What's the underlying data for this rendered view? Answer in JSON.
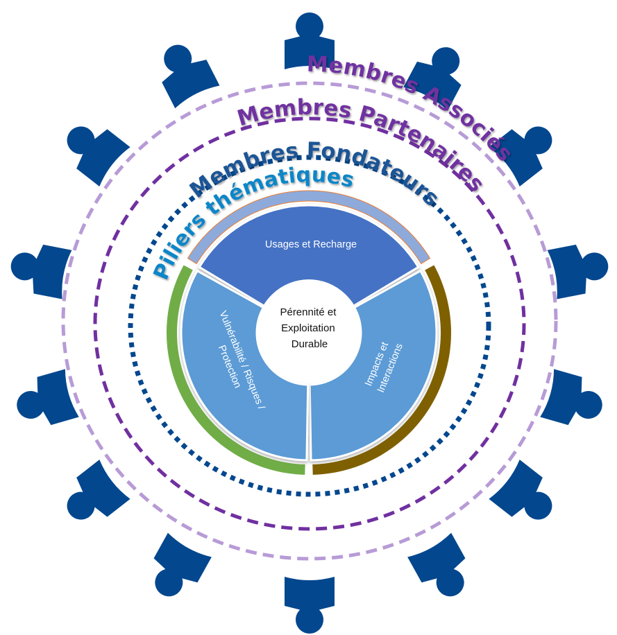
{
  "diagram": {
    "title": "Organisation du réseau",
    "colors": {
      "member_icon": "#03478e",
      "ring_associes": "#b79bd6",
      "ring_partenaires": "#7030a0",
      "ring_fondateurs": "#03478e",
      "label_associes": "#7030a0",
      "label_partenaires": "#7030a0",
      "label_fondateurs": "#1f5496",
      "label_piliers": "#0a86c8",
      "seg_top": "#4472c4",
      "seg_side": "#5b9bd5",
      "arc_top": "#8eaadb",
      "arc_right": "#7f6000",
      "arc_left": "#70ad47",
      "center_fill": "#ffffff",
      "arc_edge": "#ed7d31"
    },
    "member_icons": {
      "count": 14,
      "icon": "person-icon",
      "angles_deg": [
        -90,
        -62,
        -38,
        -11,
        16,
        38,
        61,
        90,
        119,
        142,
        164,
        191,
        218,
        243
      ]
    },
    "rings": [
      {
        "id": "associes",
        "label": "Membres Associés",
        "style": "dashed"
      },
      {
        "id": "partenaires",
        "label": "Membres Partenaires",
        "style": "dashed"
      },
      {
        "id": "fondateurs",
        "label": "Membres Fondateurs",
        "style": "dotted"
      }
    ],
    "piliers": {
      "label": "Piliers thématiques",
      "segments": [
        {
          "id": "usages",
          "label": "Usages et Recharge",
          "arc_color_key": "arc_top",
          "fill_key": "seg_top"
        },
        {
          "id": "impacts",
          "label_lines": [
            "Impacts et",
            "Interactions"
          ],
          "arc_color_key": "arc_right",
          "fill_key": "seg_side"
        },
        {
          "id": "vulnerabilite",
          "label_lines": [
            "Vulnérabilité / Risques /",
            "Protection"
          ],
          "arc_color_key": "arc_left",
          "fill_key": "seg_side"
        }
      ],
      "center": {
        "label_lines": [
          "Pérennité et",
          "Exploitation",
          "Durable"
        ]
      }
    }
  }
}
